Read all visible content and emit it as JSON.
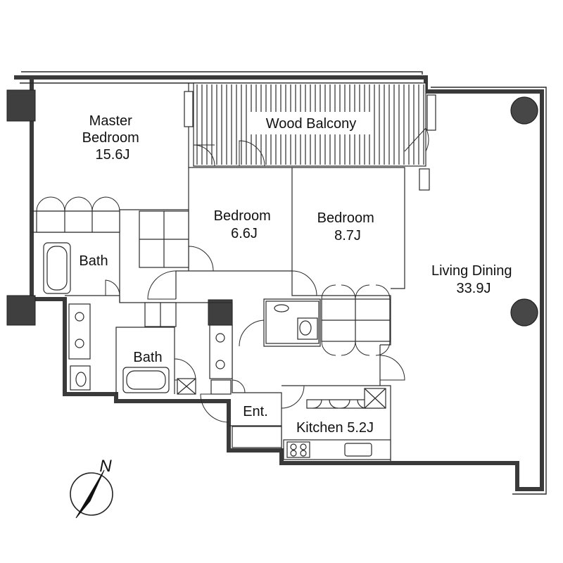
{
  "floorplan": {
    "rooms": [
      {
        "id": "master",
        "lines": [
          "Master",
          "Bedroom",
          "15.6J"
        ]
      },
      {
        "id": "balcony",
        "lines": [
          "Wood Balcony"
        ]
      },
      {
        "id": "bed1",
        "lines": [
          "Bedroom",
          "6.6J"
        ]
      },
      {
        "id": "bed2",
        "lines": [
          "Bedroom",
          "8.7J"
        ]
      },
      {
        "id": "living",
        "lines": [
          "Living Dining",
          "33.9J"
        ]
      },
      {
        "id": "bath1",
        "lines": [
          "Bath"
        ]
      },
      {
        "id": "bath2",
        "lines": [
          "Bath"
        ]
      },
      {
        "id": "entrance",
        "lines": [
          "Ent."
        ]
      },
      {
        "id": "kitchen",
        "lines": [
          "Kitchen 5.2J"
        ]
      }
    ],
    "compass": {
      "label": "N"
    },
    "colors": {
      "wall": "#3a3a3a",
      "column": "#3f3f3f",
      "line": "#2a2a2a"
    }
  }
}
